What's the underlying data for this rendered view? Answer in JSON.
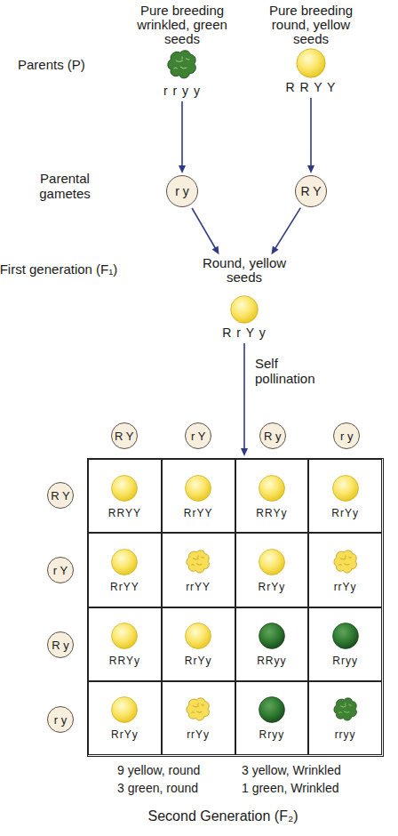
{
  "diagram": {
    "nodes": [
      {
        "text": [
          "Pure breeding wrinkled, green seeds",
          "r r y y"
        ]
      },
      {
        "text": [
          "Pure breeding round, yellow seeds",
          "R R Y Y"
        ]
      },
      {
        "text": [
          "r y"
        ]
      },
      {
        "text": [
          "R Y"
        ]
      },
      {
        "text": [
          "Round, yellow seeds",
          "R r Y y"
        ]
      },
      {
        "text": [
          "R Y"
        ]
      },
      {
        "text": [
          "r Y"
        ]
      },
      {
        "text": [
          "R y"
        ]
      },
      {
        "text": [
          "r y"
        ]
      },
      {
        "text": [
          "R Y"
        ]
      },
      {
        "text": [
          "r Y"
        ]
      },
      {
        "text": [
          "R y"
        ]
      },
      {
        "text": [
          "r y"
        ]
      },
      {
        "text": [
          "Second Generation (F₂)"
        ]
      },
      {
        "text": [
          "RRYY"
        ],
        "in": 13
      },
      {
        "text": [
          "RrYY"
        ],
        "in": 13
      },
      {
        "text": [
          "RRYy"
        ],
        "in": 13
      },
      {
        "text": [
          "RrYy"
        ],
        "in": 13
      },
      {
        "text": [
          "RrYY"
        ],
        "in": 13
      },
      {
        "text": [
          "rrYY"
        ],
        "in": 13
      },
      {
        "text": [
          "RrYy"
        ],
        "in": 13
      },
      {
        "text": [
          "rrYy"
        ],
        "in": 13
      },
      {
        "text": [
          "RRYy"
        ],
        "in": 13
      },
      {
        "text": [
          "RrYy"
        ],
        "in": 13
      },
      {
        "text": [
          "RRyy"
        ],
        "in": 13
      },
      {
        "text": [
          "Rryy"
        ],
        "in": 13
      },
      {
        "text": [
          "RrYy"
        ],
        "in": 13
      },
      {
        "text": [
          "rrYy"
        ],
        "in": 13
      },
      {
        "text": [
          "Rryy"
        ],
        "in": 13
      },
      {
        "text": [
          "rryy"
        ],
        "in": 13
      }
    ],
    "edges": [
      {
        "from": 0,
        "to": 2,
        "arrow": "to"
      },
      {
        "from": 1,
        "to": 3,
        "arrow": "to"
      },
      {
        "from": 2,
        "to": 4,
        "arrow": "to"
      },
      {
        "from": 3,
        "to": 4,
        "arrow": "to"
      },
      {
        "from": 4,
        "to": 13,
        "arrow": "to",
        "label": "Self pollination"
      }
    ],
    "labels": [
      "Parents (P)",
      "Parental gametes",
      "First generation (F₁)",
      "9 yellow, round",
      "3 green, round",
      "3 yellow, Wrinkled",
      "1 green, Wrinkled"
    ]
  }
}
